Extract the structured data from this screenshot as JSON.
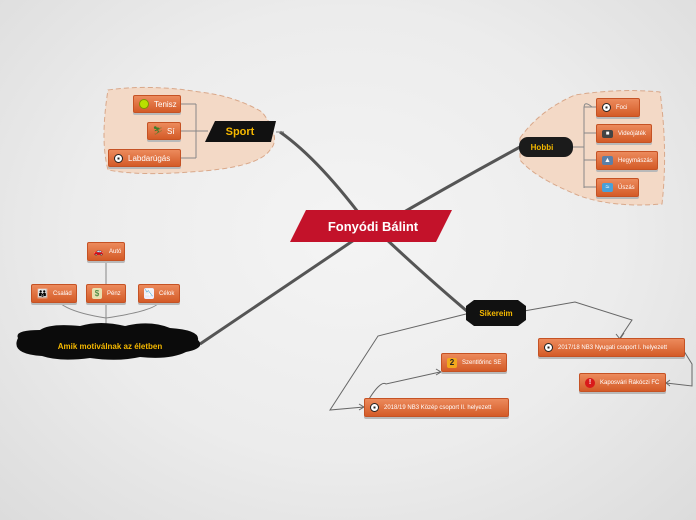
{
  "central": {
    "title": "Fonyódi Bálint"
  },
  "sport": {
    "title": "Sport",
    "items": [
      {
        "label": "Tenisz",
        "icon": "tennis-ball-icon"
      },
      {
        "label": "Sí",
        "icon": "ski-icon"
      },
      {
        "label": "Labdarúgás",
        "icon": "soccer-ball-icon"
      }
    ]
  },
  "hobbi": {
    "title": "Hobbi",
    "items": [
      {
        "label": "Foci",
        "icon": "soccer-ball-icon"
      },
      {
        "label": "Videójáték",
        "icon": "gamepad-icon"
      },
      {
        "label": "Hegymászás",
        "icon": "mountain-icon"
      },
      {
        "label": "Úszás",
        "icon": "swimming-icon"
      }
    ]
  },
  "motivacio": {
    "title": "Amik motiválnak az életben",
    "items": [
      {
        "label": "Autó",
        "icon": "car-icon"
      },
      {
        "label": "Család",
        "icon": "family-icon"
      },
      {
        "label": "Pénz",
        "icon": "money-bag-icon"
      },
      {
        "label": "Célok",
        "icon": "chart-icon"
      }
    ]
  },
  "sikereim": {
    "title": "Sikereim",
    "items": [
      {
        "label": "2017/18 NB3 Nyugati csoport I. helyezett",
        "icon": "soccer-ball-icon"
      },
      {
        "label": "Kaposvári Rákóczi FC",
        "icon": "warning-icon"
      },
      {
        "label": "2018/19 NB3 Közép csoport II. helyezett",
        "icon": "soccer-ball-icon"
      },
      {
        "label": "Szentlőrinc SE",
        "icon": "number-two-icon",
        "badge": "2"
      }
    ]
  },
  "colors": {
    "central": "#c3122a",
    "topic_accent": "#f5b800",
    "pill": "#e07040",
    "cloud_fill": "#f3d9c6",
    "connector": "#666666"
  }
}
